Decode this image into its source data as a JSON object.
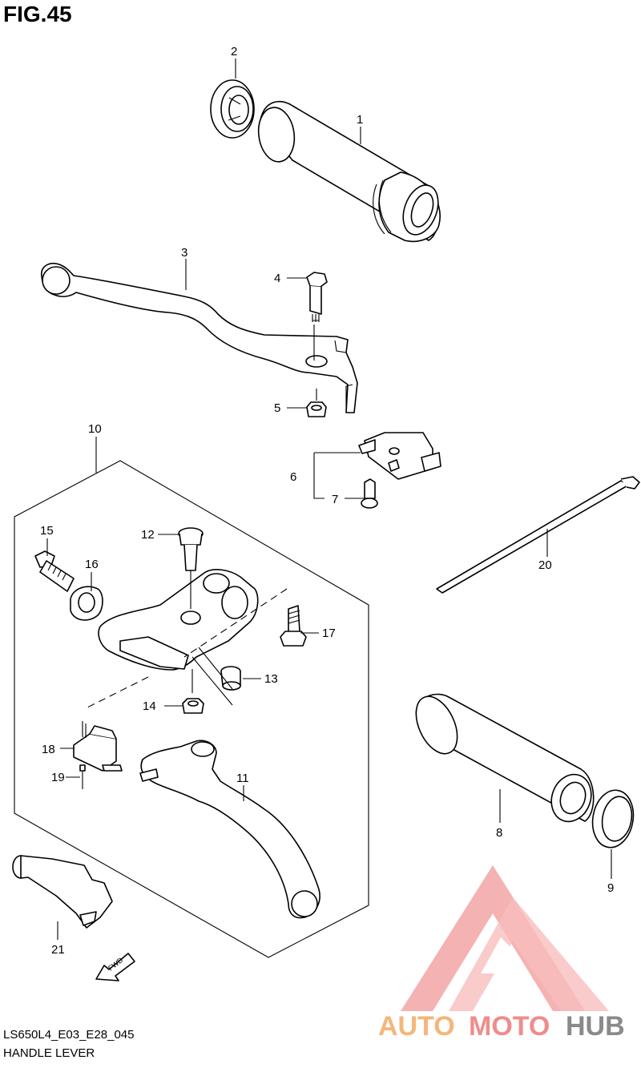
{
  "figure": {
    "title": "FIG.45",
    "code": "LS650L4_E03_E28_045",
    "subtitle": "HANDLE LEVER"
  },
  "callouts": [
    "1",
    "2",
    "3",
    "4",
    "5",
    "6",
    "7",
    "8",
    "9",
    "10",
    "11",
    "12",
    "13",
    "14",
    "15",
    "16",
    "17",
    "18",
    "19",
    "20",
    "21"
  ],
  "direction_marker": "FWD",
  "watermark": {
    "text_primary": "AUTO",
    "text_secondary": "MOTO",
    "text_tertiary": "HUB",
    "color_primary": "#f5b67a",
    "color_secondary": "#f08c8c",
    "color_tertiary": "#8a8a8a"
  }
}
